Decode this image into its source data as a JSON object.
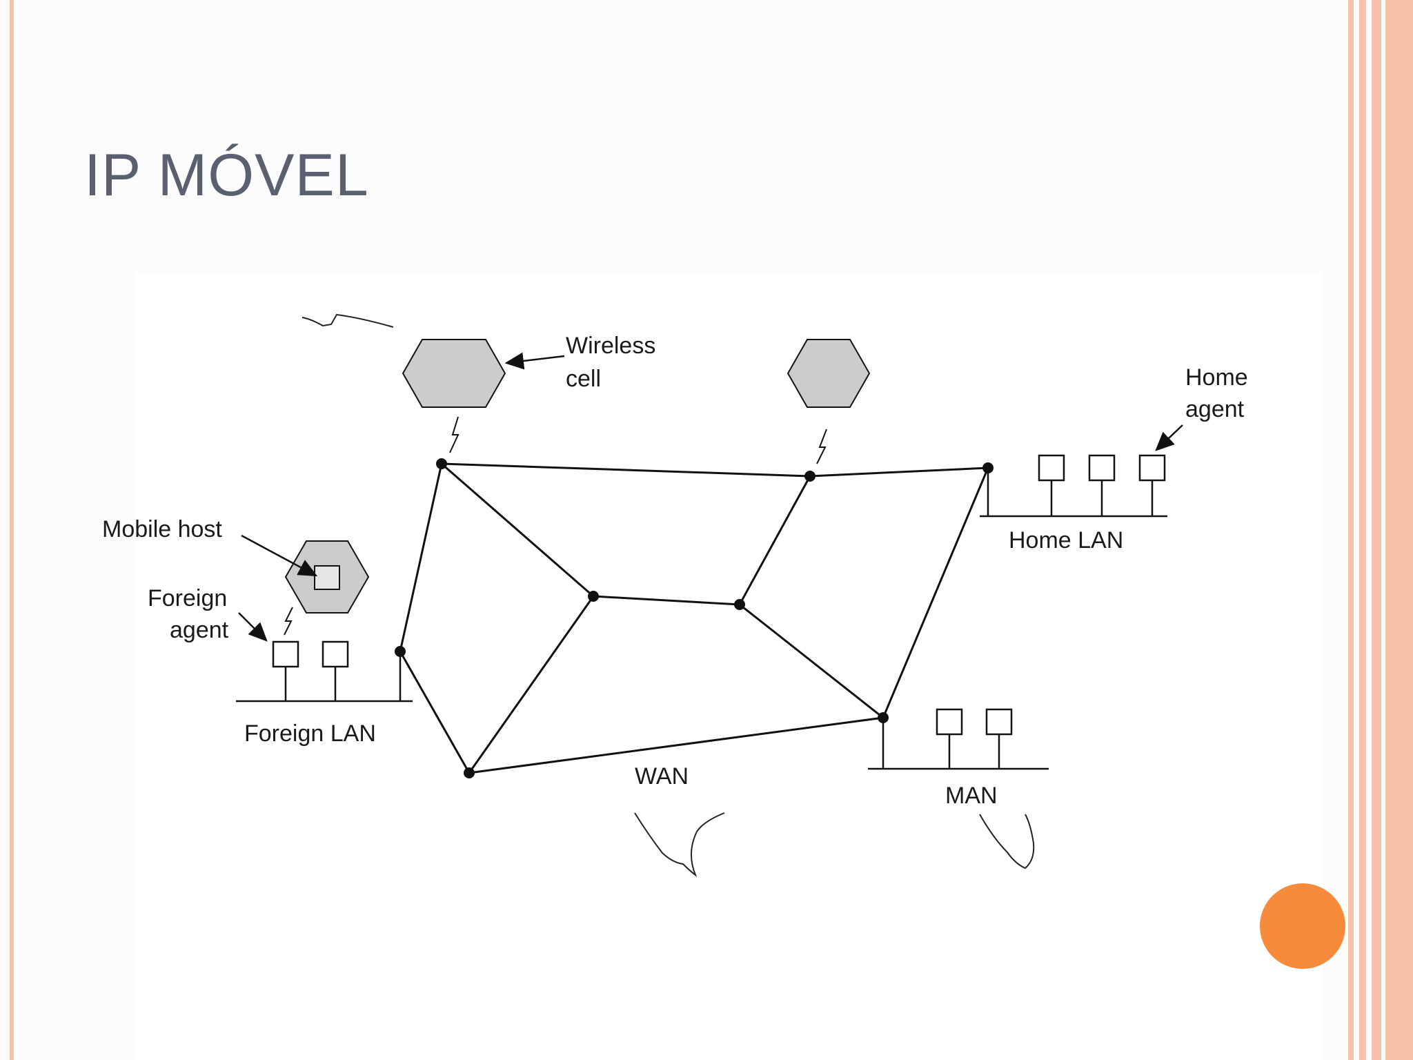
{
  "slide": {
    "title": "IP MÓVEL",
    "accent_color": "#f68b3c",
    "border_color": "#f6c2ac"
  },
  "diagram": {
    "labels": {
      "wireless_cell": [
        "Wireless",
        "cell"
      ],
      "home_agent": [
        "Home",
        "agent"
      ],
      "mobile_host": "Mobile host",
      "foreign_agent": [
        "Foreign",
        "agent"
      ],
      "foreign_lan": "Foreign LAN",
      "home_lan": "Home LAN",
      "wan": "WAN",
      "man": "MAN"
    }
  }
}
